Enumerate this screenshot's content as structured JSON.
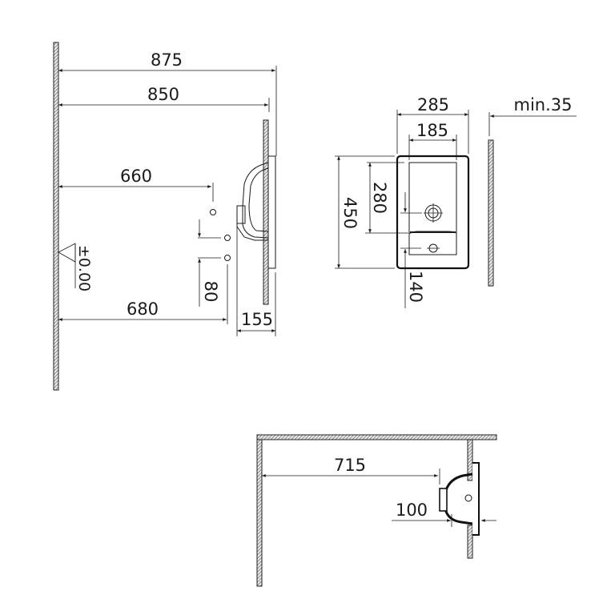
{
  "drawing": {
    "side_view": {
      "dims": {
        "d875": "875",
        "d850": "850",
        "d660": "660",
        "d680": "680",
        "d80": "80",
        "d155": "155",
        "level": "±0.00"
      }
    },
    "front_view": {
      "dims": {
        "d285": "285",
        "d185": "185",
        "d450": "450",
        "d280": "280",
        "d140": "140",
        "min35": "min.35"
      }
    },
    "top_view": {
      "dims": {
        "d715": "715",
        "d100": "100"
      }
    },
    "colors": {
      "line": "#1a1a1a",
      "hatch": "#555555",
      "background": "#ffffff"
    }
  }
}
